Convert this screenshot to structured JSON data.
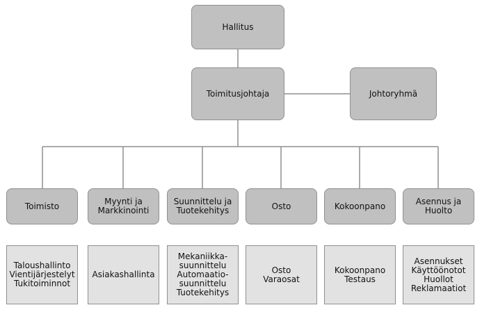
{
  "org_chart": {
    "board": "Hallitus",
    "ceo": "Toimitusjohtaja",
    "management_group": "Johtoryhmä",
    "departments": [
      {
        "name": "Toimisto",
        "responsibilities": "Taloushallinto\nVientijärjestelyt\nTukitoiminnot"
      },
      {
        "name": "Myynti ja\nMarkkinointi",
        "responsibilities": "Asiakashallinta"
      },
      {
        "name": "Suunnittelu ja\nTuotekehitys",
        "responsibilities": "Mekaniikka-\nsuunnittelu\nAutomaatio-\nsuunnittelu\nTuotekehitys"
      },
      {
        "name": "Osto",
        "responsibilities": "Osto\nVaraosat"
      },
      {
        "name": "Kokoonpano",
        "responsibilities": "Kokoonpano\nTestaus"
      },
      {
        "name": "Asennus ja\nHuolto",
        "responsibilities": "Asennukset\nKäyttöönotot\nHuollot\nReklamaatiot"
      }
    ]
  },
  "colors": {
    "node_fill": "#c0c0c0",
    "detail_fill": "#e2e2e2",
    "border": "#8f8f8f",
    "connector": "#8f8f8f"
  }
}
